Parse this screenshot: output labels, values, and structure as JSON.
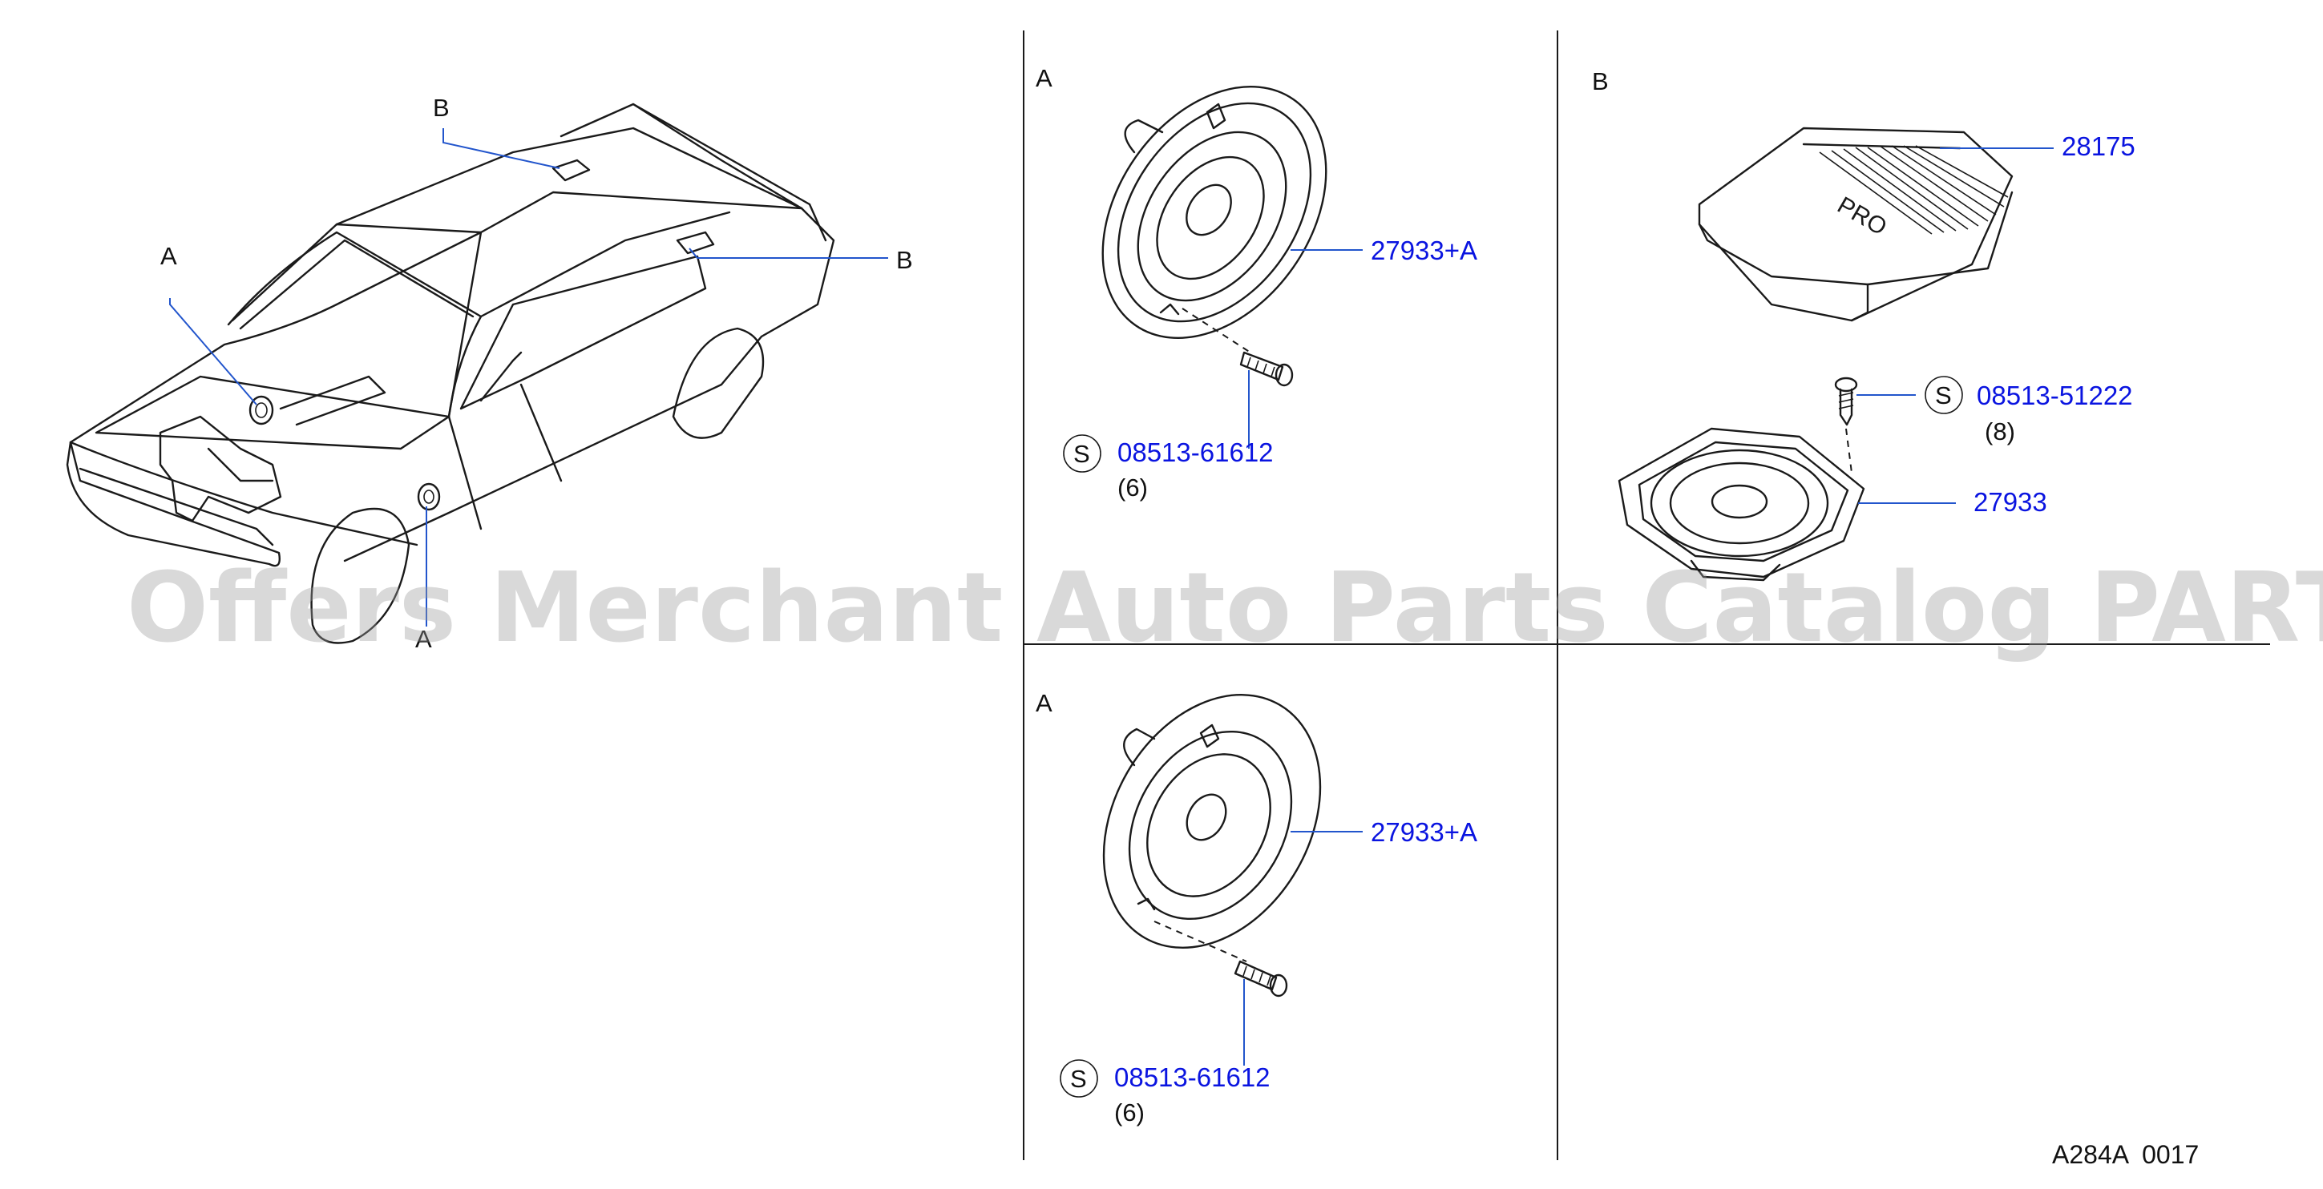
{
  "views": {
    "overview": {
      "callouts": [
        "A",
        "B",
        "B",
        "A"
      ]
    },
    "panel_front_a": {
      "title": "A",
      "part_number": "27933+A",
      "screw": {
        "symbol": "S",
        "part_number": "08513-61612",
        "qty": "(6)"
      }
    },
    "panel_rear_b": {
      "title": "B",
      "cover_part_number": "28175",
      "cover_logo": "PRO",
      "speaker_part_number": "27933",
      "screw": {
        "symbol": "S",
        "part_number": "08513-51222",
        "qty": "(8)"
      }
    },
    "panel_lower_a": {
      "title": "A",
      "part_number": "27933+A",
      "screw": {
        "symbol": "S",
        "part_number": "08513-61612",
        "qty": "(6)"
      }
    }
  },
  "watermark": "Offers Merchant Auto Parts Catalog PARTSTORE.SA",
  "figure_code": "A284A  0017",
  "colors": {
    "part_number": "#0a14e0",
    "leader": "#2255cc",
    "ink": "#1a1a1a"
  }
}
